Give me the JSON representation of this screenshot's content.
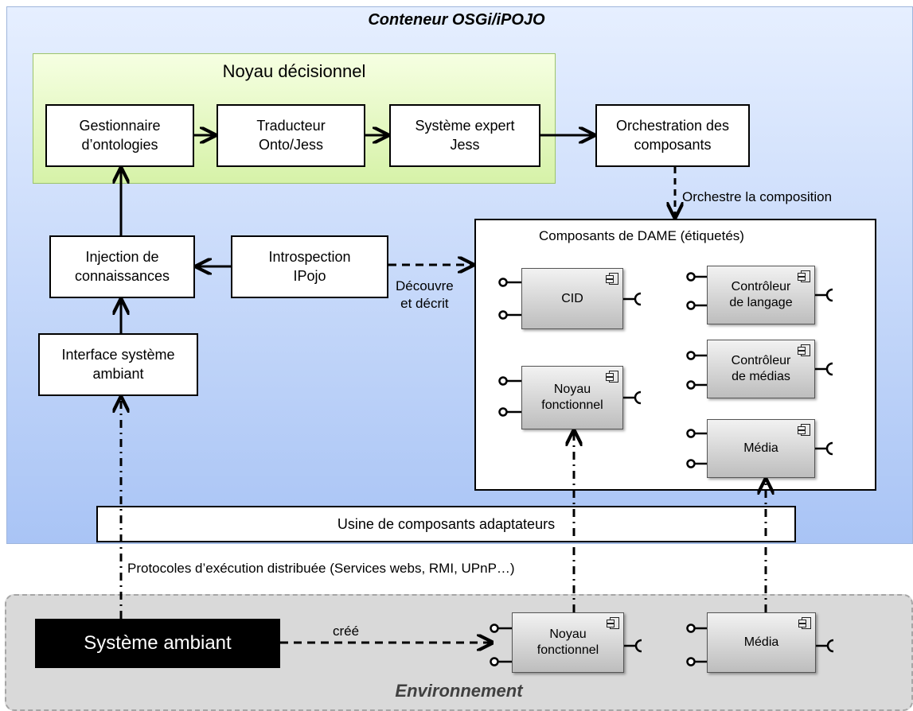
{
  "container": {
    "title": "Conteneur OSGi/iPOJO"
  },
  "noyau_decisionnel": {
    "title": "Noyau décisionnel",
    "boxes": [
      "Gestionnaire\nd’ontologies",
      "Traducteur\nOnto/Jess",
      "Système expert\nJess"
    ]
  },
  "orchestration": "Orchestration des\ncomposants",
  "orchestre_label": "Orchestre la composition",
  "injection": "Injection de\nconnaissances",
  "introspection": "Introspection\nIPojo",
  "decouvre_label": "Découvre\net décrit",
  "interface": "Interface système\nambiant",
  "dame": {
    "title": "Composants de DAME (étiquetés)",
    "components": [
      "CID",
      "Contrôleur\nde langage",
      "Noyau\nfonctionnel",
      "Contrôleur\nde médias",
      "Média"
    ]
  },
  "usine": "Usine de composants adaptateurs",
  "protocoles_label": "Protocoles d’exécution distribuée (Services webs, RMI, UPnP…)",
  "environnement": {
    "title": "Environnement",
    "systeme_ambiant": "Système ambiant",
    "cree_label": "créé",
    "components": [
      "Noyau\nfonctionnel",
      "Média"
    ]
  },
  "colors": {
    "container_top": "#e6efff",
    "container_bottom": "#a9c4f5",
    "noyau_fill": "#d6f2a8",
    "environment_fill": "#d9d9d9"
  }
}
